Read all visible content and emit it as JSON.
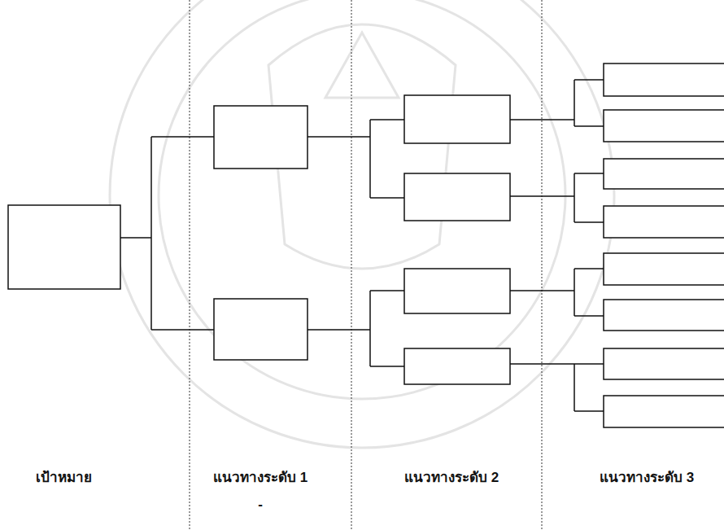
{
  "diagram": {
    "labels": [
      "เป้าหมาย",
      "แนวทางระดับ 1",
      "แนวทางระดับ 2",
      "แนวทางระดับ 3",
      "-"
    ]
  }
}
